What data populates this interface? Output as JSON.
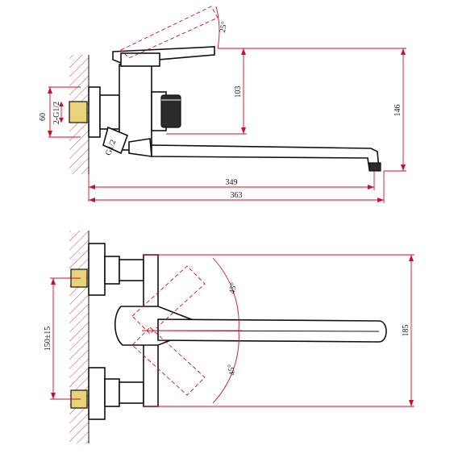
{
  "top_view": {
    "dim_connection_height": "60",
    "dim_thread": "2-G1/2",
    "dim_side_thread": "G1/2",
    "dim_handle_to_spout": "103",
    "dim_total_height": "146",
    "dim_handle_angle": "25°",
    "dim_spout_length": "349",
    "dim_overall_length": "363"
  },
  "bottom_view": {
    "dim_center_distance": "150±15",
    "dim_angle_upper": "45°",
    "dim_angle_lower": "45°",
    "dim_overall_length": "185"
  }
}
